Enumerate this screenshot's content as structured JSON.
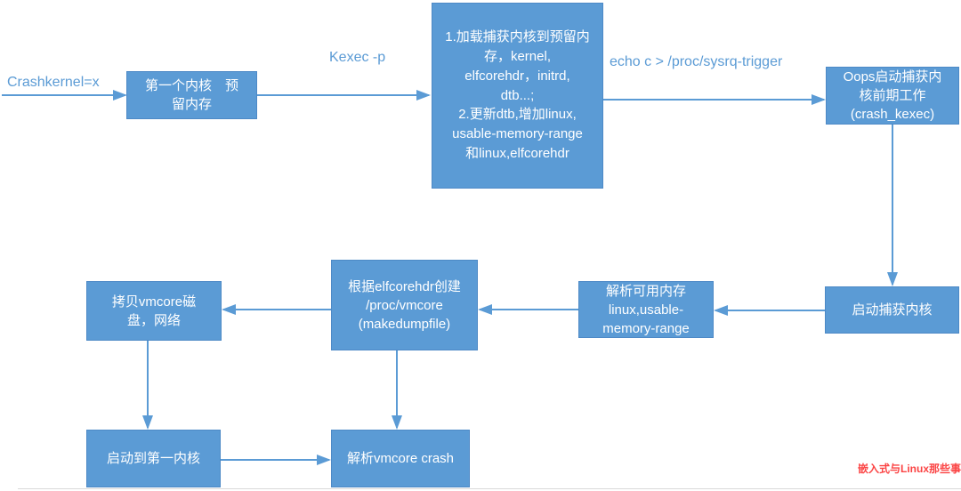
{
  "diagram": {
    "type": "flowchart",
    "topic": "Linux kdump / kexec crash kernel workflow"
  },
  "colors": {
    "node_fill": "#5b9bd5",
    "node_border": "#4d89c6",
    "node_text": "#ffffff",
    "arrow": "#5b9bd5",
    "edge_label_text": "#5b9bd5",
    "watermark_text": "#fb4343",
    "background": "#ffffff"
  },
  "nodes": [
    {
      "id": "reserve-memory",
      "lines": [
        "第一个内核　预",
        "留内存"
      ]
    },
    {
      "id": "load-capture-kernel",
      "lines": [
        "1.加载捕获内核到预留内",
        "存，kernel,",
        "elfcorehdr，initrd,",
        "dtb...;",
        "2.更新dtb,增加linux,",
        "usable-memory-range",
        "和linux,elfcorehdr"
      ]
    },
    {
      "id": "oops-crash-kexec",
      "lines": [
        "Oops启动捕获内",
        "核前期工作",
        "(crash_kexec)"
      ]
    },
    {
      "id": "boot-capture-kernel",
      "lines": [
        "启动捕获内核"
      ]
    },
    {
      "id": "parse-usable-memory",
      "lines": [
        "解析可用内存",
        "linux,usable-",
        "memory-range"
      ]
    },
    {
      "id": "create-proc-vmcore",
      "lines": [
        "根据elfcorehdr创建",
        "/proc/vmcore",
        "(makedumpfile)"
      ]
    },
    {
      "id": "copy-vmcore",
      "lines": [
        "拷贝vmcore磁",
        "盘，网络"
      ]
    },
    {
      "id": "boot-first-kernel",
      "lines": [
        "启动到第一内核"
      ]
    },
    {
      "id": "parse-vmcore-crash",
      "lines": [
        "解析vmcore crash"
      ]
    }
  ],
  "labels": {
    "crashkernel": "Crashkernel=x",
    "kexec": "Kexec -p",
    "sysrq": "echo c > /proc/sysrq-trigger"
  },
  "watermark": "嵌入式与Linux那些事"
}
